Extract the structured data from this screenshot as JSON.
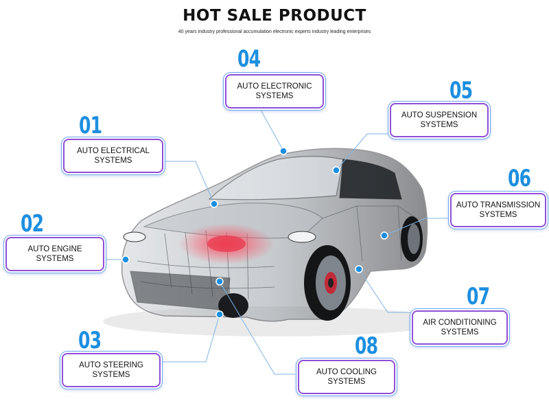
{
  "header": {
    "title": "HOT SALE PRODUCT",
    "subtitle": "40 years industry professional accumulation electronic experts industry leading enterprises"
  },
  "systems": [
    {
      "number": "01",
      "label_line1": "AUTO ELECTRICAL",
      "label_line2": "SYSTEMS"
    },
    {
      "number": "02",
      "label_line1": "AUTO ENGINE",
      "label_line2": "SYSTEMS"
    },
    {
      "number": "03",
      "label_line1": "AUTO STEERING",
      "label_line2": "SYSTEMS"
    },
    {
      "number": "04",
      "label_line1": "AUTO ELECTRONIC",
      "label_line2": "SYSTEMS"
    },
    {
      "number": "05",
      "label_line1": "AUTO SUSPENSION",
      "label_line2": "SYSTEMS"
    },
    {
      "number": "06",
      "label_line1": "AUTO TRANSMISSION",
      "label_line2": "SYSTEMS"
    },
    {
      "number": "07",
      "label_line1": "AIR CONDITIONING",
      "label_line2": "SYSTEMS"
    },
    {
      "number": "08",
      "label_line1": "AUTO COOLING",
      "label_line2": "SYSTEMS"
    }
  ],
  "colors": {
    "accent_blue": "#1d8fe0",
    "frame_purple": "#8d4fd6",
    "frame_glow": "#6aa5ef",
    "engine_red": "#e8354a"
  },
  "icons": {
    "hotspot": "blue-dot-icon",
    "car": "transparent-car-illustration"
  }
}
